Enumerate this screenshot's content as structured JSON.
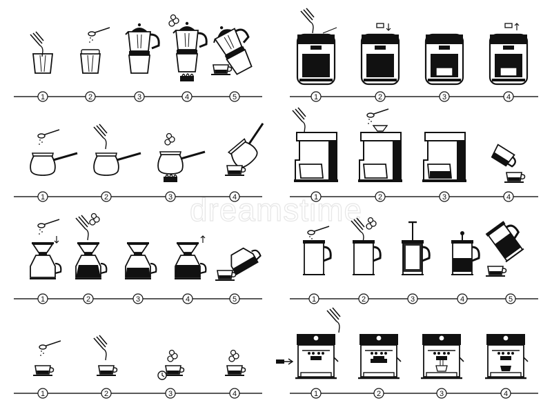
{
  "watermark": "dreamstime",
  "colors": {
    "ink": "#111111",
    "paper": "#ffffff",
    "line": "#222222",
    "faint": "#e6e6e6"
  },
  "panels": [
    {
      "id": "moka-pot",
      "steps": [
        "1",
        "2",
        "3",
        "4",
        "5"
      ],
      "icons": [
        "pour-water-into-base-icon",
        "add-coffee-to-filter-icon",
        "assembled-moka-pot-icon",
        "moka-pot-on-stove-icon",
        "pour-moka-into-cup-icon"
      ]
    },
    {
      "id": "capsule-machine",
      "steps": [
        "1",
        "2",
        "3",
        "4"
      ],
      "icons": [
        "fill-water-tank-icon",
        "insert-capsule-icon",
        "brew-capsule-icon",
        "eject-capsule-icon"
      ]
    },
    {
      "id": "turkish-cezve",
      "steps": [
        "1",
        "2",
        "3",
        "4"
      ],
      "icons": [
        "add-coffee-to-cezve-icon",
        "pour-water-into-cezve-icon",
        "cezve-on-stove-icon",
        "pour-cezve-into-cup-icon"
      ]
    },
    {
      "id": "drip-coffee-maker",
      "steps": [
        "1",
        "2",
        "3",
        "4"
      ],
      "icons": [
        "fill-drip-reservoir-icon",
        "add-ground-coffee-icon",
        "drip-brewing-icon",
        "pour-carafe-into-cup-icon"
      ]
    },
    {
      "id": "pour-over",
      "steps": [
        "1",
        "2",
        "3",
        "4",
        "5"
      ],
      "icons": [
        "add-coffee-to-dripper-icon",
        "pour-hot-water-icon",
        "drip-into-server-icon",
        "remove-dripper-icon",
        "pour-server-into-cup-icon"
      ]
    },
    {
      "id": "french-press",
      "steps": [
        "1",
        "2",
        "3",
        "4",
        "5"
      ],
      "icons": [
        "add-coffee-to-press-icon",
        "pour-hot-water-icon",
        "insert-plunger-icon",
        "press-plunger-icon",
        "pour-press-into-cup-icon"
      ]
    },
    {
      "id": "instant-coffee",
      "steps": [
        "1",
        "2",
        "3",
        "4"
      ],
      "icons": [
        "add-instant-coffee-icon",
        "pour-water-into-cup-icon",
        "wait-timer-icon",
        "ready-cup-icon"
      ]
    },
    {
      "id": "espresso-machine",
      "steps": [
        "1",
        "2",
        "3",
        "4"
      ],
      "icons": [
        "fill-espresso-tank-icon",
        "lock-portafilter-icon",
        "extract-espresso-icon",
        "espresso-cup-ready-icon"
      ]
    }
  ]
}
